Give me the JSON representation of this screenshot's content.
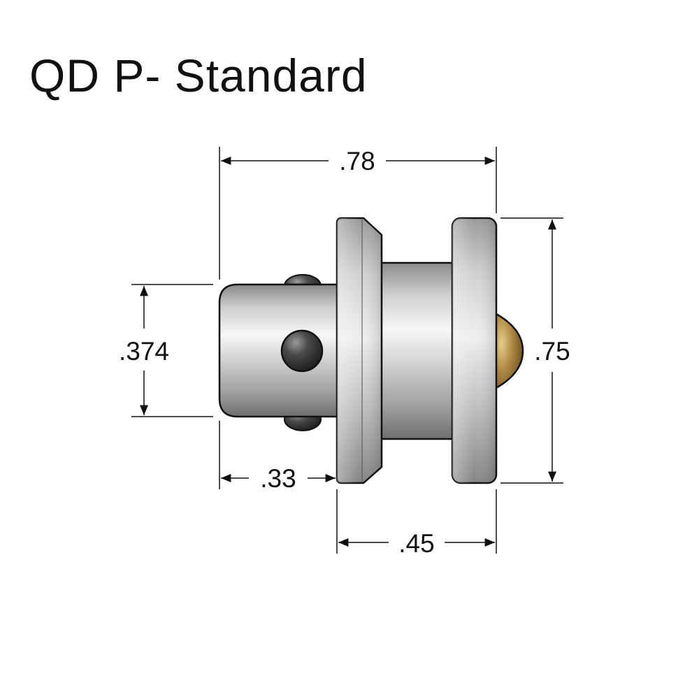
{
  "title": "QD P- Standard",
  "colors": {
    "line": "#111111",
    "metal_light": "#f2f2f2",
    "metal_mid": "#c4c4c4",
    "metal_dark": "#6e6e6e",
    "ball_dark": "#2c2c2c",
    "brass": "#b08a45"
  },
  "dimensions": {
    "overall_length": ".78",
    "shank_diameter": ".374",
    "shank_length": ".33",
    "body_length": ".45",
    "flange_diameter": ".75"
  }
}
